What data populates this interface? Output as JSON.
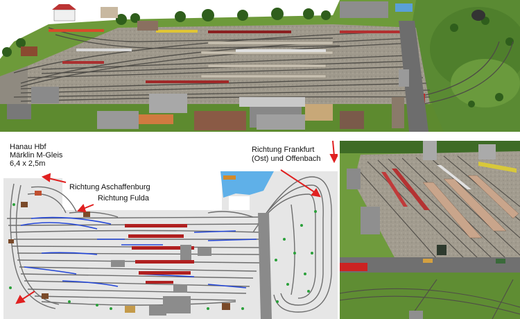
{
  "layout_info": {
    "station": "Hanau Hbf",
    "track_system": "Märklin M-Gleis",
    "dimensions": "6,4 x 2,5m"
  },
  "labels": {
    "aschaffenburg": "Richtung Aschaffenburg",
    "fulda": "Richtung Fulda",
    "frankfurt_line1": "Richtung Frankfurt",
    "frankfurt_line2": "(Ost) und Offenbach"
  },
  "colors": {
    "arrow": "#e02020",
    "track_grey": "#6e6e6e",
    "track_blue": "#2346d8",
    "platform_red": "#b02020",
    "grass": "#5f8f2c",
    "ballast": "#9a958a",
    "plan_background": "#e9e9e9"
  }
}
